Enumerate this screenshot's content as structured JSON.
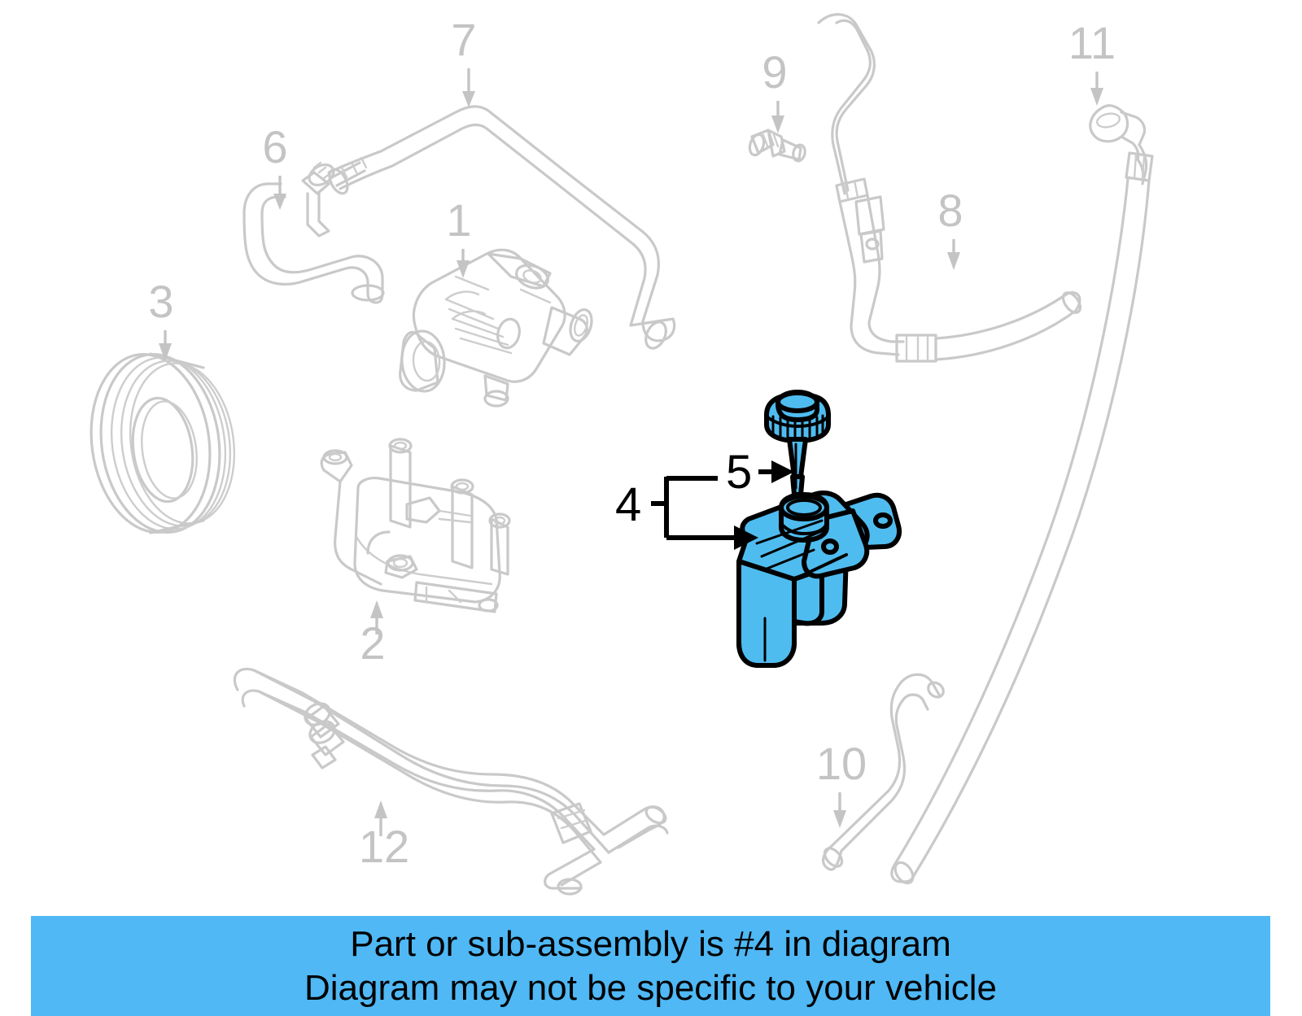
{
  "diagram": {
    "title": "Power Steering Pump and Hose Assembly Diagram",
    "highlight_color": "#4fbcef",
    "ghost_color": "#c9c9c9",
    "banner_color": "#4fb8f5",
    "highlighted_part_number": "4",
    "callouts": [
      {
        "id": "1",
        "label": "1",
        "part": "power-steering-pump",
        "highlighted": false
      },
      {
        "id": "2",
        "label": "2",
        "part": "pump-mounting-bracket",
        "highlighted": false
      },
      {
        "id": "3",
        "label": "3",
        "part": "pump-pulley",
        "highlighted": false
      },
      {
        "id": "4",
        "label": "4",
        "part": "fluid-reservoir",
        "highlighted": true
      },
      {
        "id": "5",
        "label": "5",
        "part": "reservoir-cap-dipstick",
        "highlighted": true
      },
      {
        "id": "6",
        "label": "6",
        "part": "suction-line",
        "highlighted": false
      },
      {
        "id": "7",
        "label": "7",
        "part": "upper-pressure-hose",
        "highlighted": false
      },
      {
        "id": "8",
        "label": "8",
        "part": "return-hose",
        "highlighted": false
      },
      {
        "id": "9",
        "label": "9",
        "part": "pressure-switch-fitting",
        "highlighted": false
      },
      {
        "id": "10",
        "label": "10",
        "part": "lower-return-hose",
        "highlighted": false
      },
      {
        "id": "11",
        "label": "11",
        "part": "banjo-fitting-pressure-line",
        "highlighted": false
      },
      {
        "id": "12",
        "label": "12",
        "part": "cooler-line-assembly",
        "highlighted": false
      }
    ]
  },
  "banner": {
    "line1": "Part or sub-assembly is #4 in diagram",
    "line2": "Diagram may not be specific to your vehicle"
  }
}
